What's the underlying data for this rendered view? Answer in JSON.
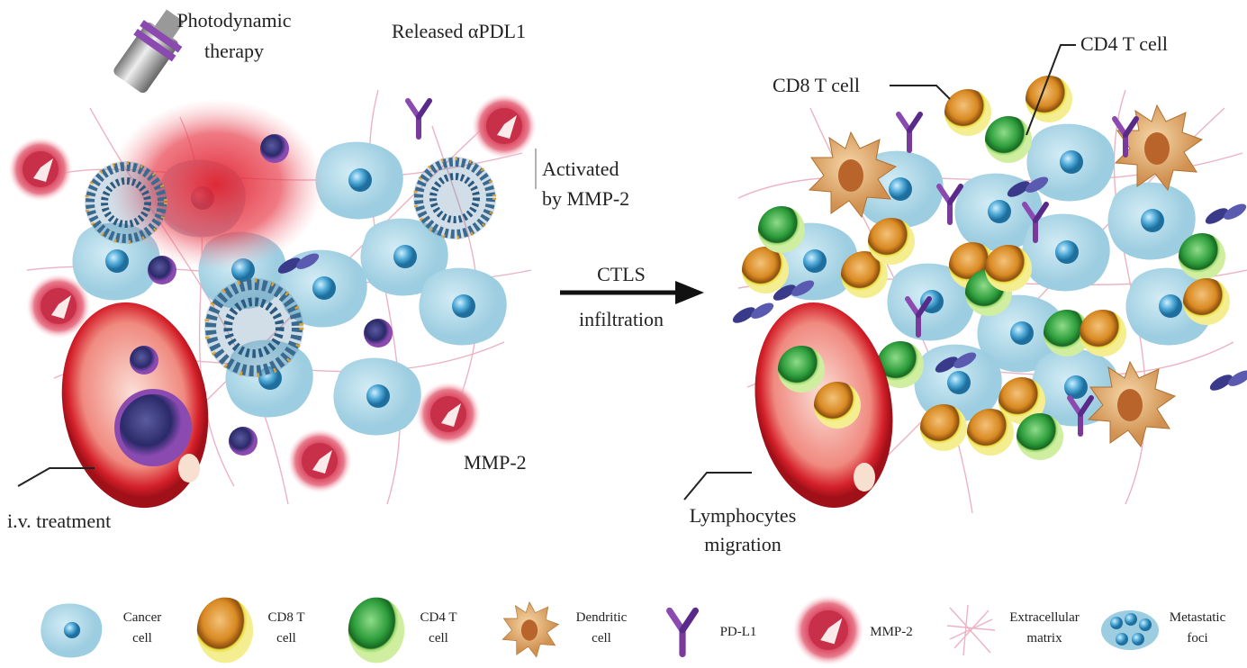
{
  "labels": {
    "photodynamic_1": "Photodynamic",
    "photodynamic_2": "therapy",
    "released": "Released αPDL1",
    "activated_1": "Activated",
    "activated_2": "by MMP-2",
    "mmp2": "MMP-2",
    "iv": "i.v. treatment",
    "ctls_1": "CTLS",
    "ctls_2": "infiltration",
    "cd8": "CD8 T cell",
    "cd4": "CD4 T cell",
    "lymph_1": "Lymphocytes",
    "lymph_2": "migration"
  },
  "legend": [
    {
      "icon": "cancer-cell-icon",
      "line1": "Cancer",
      "line2": "cell"
    },
    {
      "icon": "cd8-t-cell-icon",
      "line1": "CD8 T",
      "line2": "cell"
    },
    {
      "icon": "cd4-t-cell-icon",
      "line1": "CD4 T",
      "line2": "cell"
    },
    {
      "icon": "dendritic-cell-icon",
      "line1": "Dendritic",
      "line2": "cell"
    },
    {
      "icon": "pd-l1-icon",
      "line1": "PD-L1",
      "line2": ""
    },
    {
      "icon": "mmp2-icon",
      "line1": "MMP-2",
      "line2": ""
    },
    {
      "icon": "extracellular-matrix-icon",
      "line1": "Extracellular",
      "line2": "matrix"
    },
    {
      "icon": "metastatic-foci-icon",
      "line1": "Metastatic",
      "line2": "foci"
    }
  ],
  "colors": {
    "cancer": "#a9d6e6",
    "cd8": "#d98a22",
    "cd4": "#2e9e3c",
    "mmp2": "#d8405a",
    "pdl1": "#7a3a9a",
    "laser": "#e0202e"
  }
}
